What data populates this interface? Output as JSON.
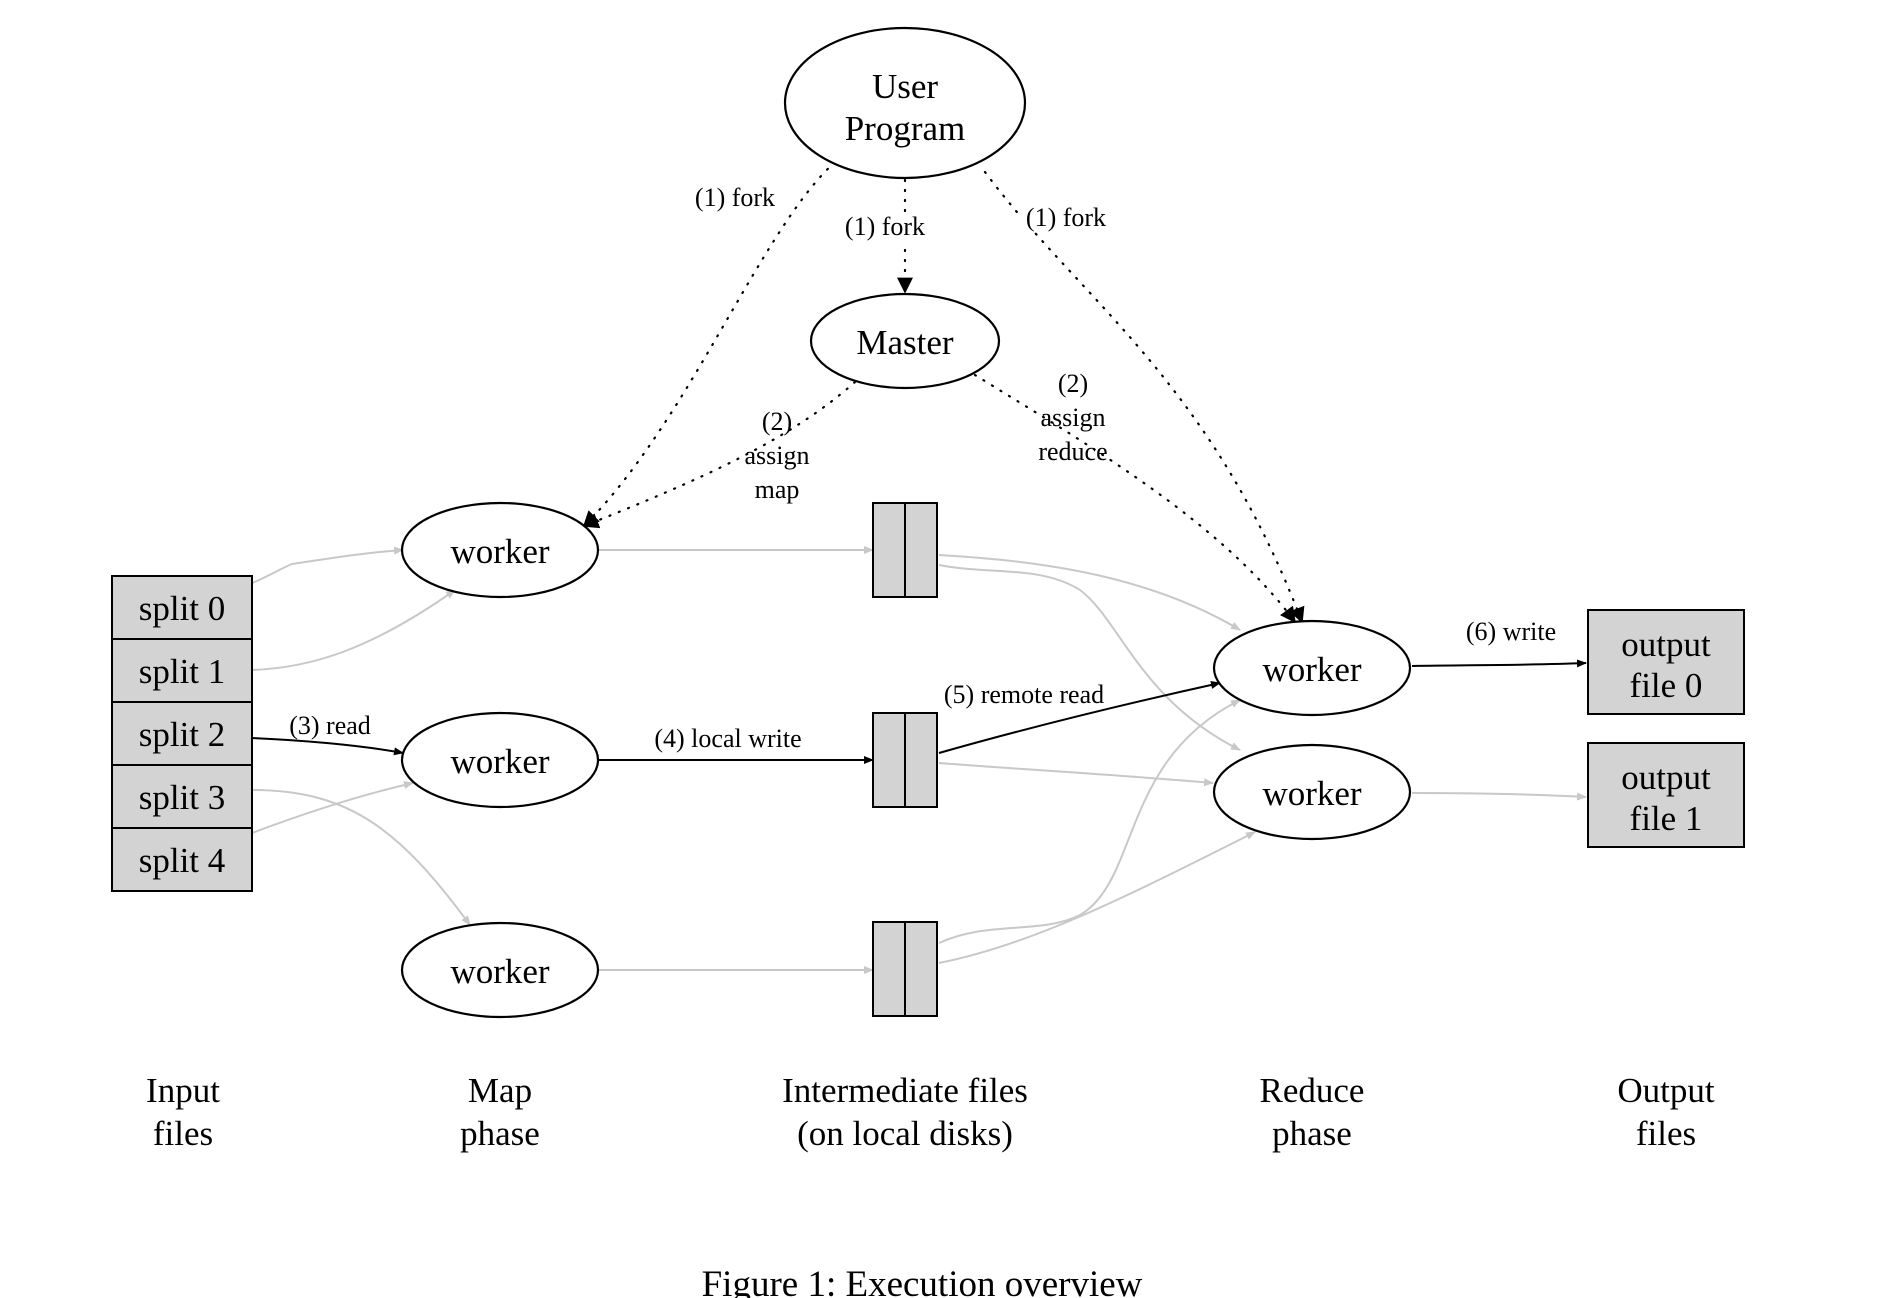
{
  "nodes": {
    "user_program": [
      "User",
      "Program"
    ],
    "master": "Master",
    "worker": "worker",
    "splits": [
      "split 0",
      "split 1",
      "split 2",
      "split 3",
      "split 4"
    ],
    "output_file_0": [
      "output",
      "file 0"
    ],
    "output_file_1": [
      "output",
      "file 1"
    ]
  },
  "edge_labels": {
    "fork": "(1) fork",
    "assign_map": [
      "(2)",
      "assign",
      "map"
    ],
    "assign_reduce": [
      "(2)",
      "assign",
      "reduce"
    ],
    "read": "(3) read",
    "local_write": "(4) local write",
    "remote_read": "(5) remote read",
    "write": "(6) write"
  },
  "columns": {
    "input_files": [
      "Input",
      "files"
    ],
    "map_phase": [
      "Map",
      "phase"
    ],
    "intermediate_files": [
      "Intermediate files",
      "(on local disks)"
    ],
    "reduce_phase": [
      "Reduce",
      "phase"
    ],
    "output_files": [
      "Output",
      "files"
    ]
  },
  "caption": "Figure 1: Execution overview",
  "colors": {
    "box_fill": "#d3d3d3",
    "stroke": "#000000",
    "inactive_edge": "#c8c8c8"
  }
}
